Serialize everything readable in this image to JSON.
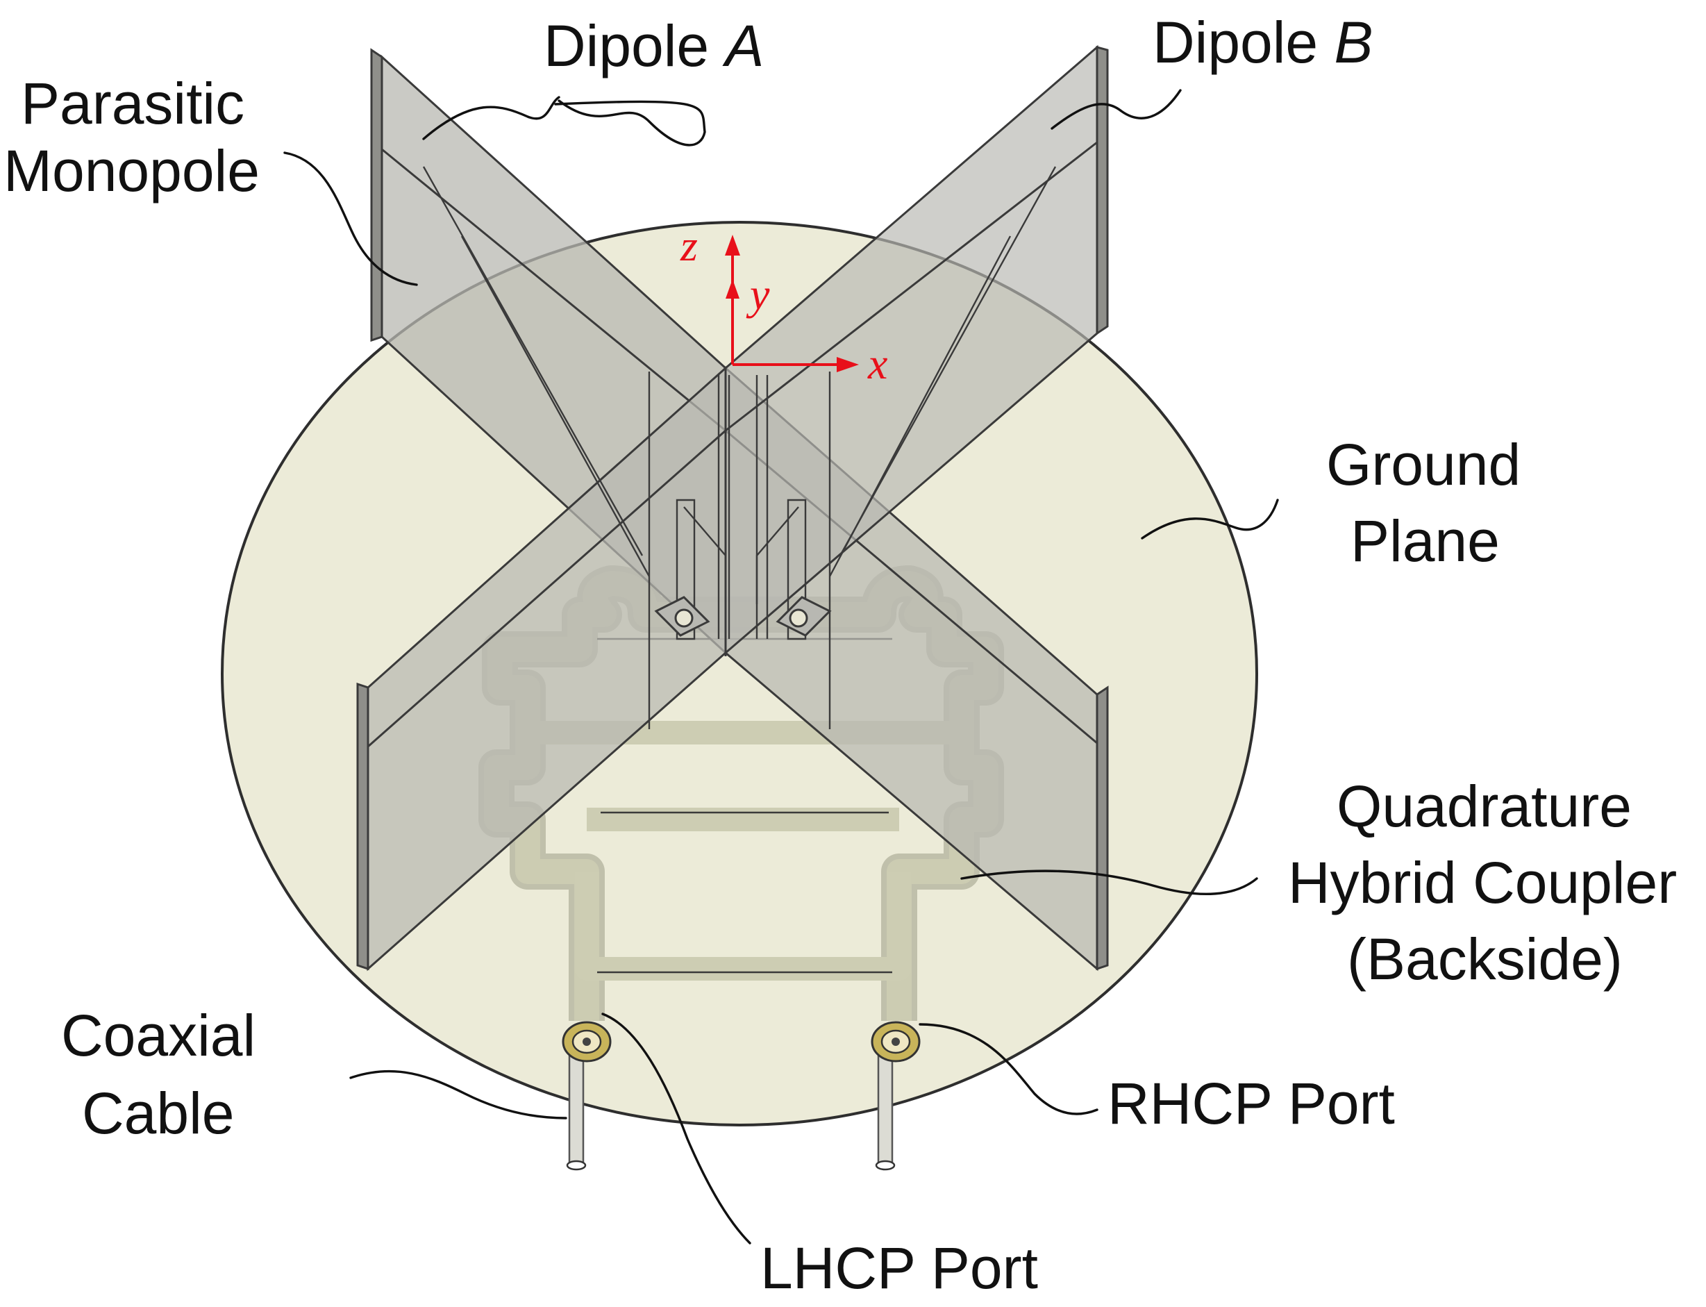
{
  "labels": {
    "parasitic_monopole_line1": "Parasitic",
    "parasitic_monopole_line2": "Monopole",
    "dipole_a_prefix": "Dipole ",
    "dipole_a_letter": "A",
    "dipole_b_prefix": "Dipole ",
    "dipole_b_letter": "B",
    "ground_plane_line1": "Ground",
    "ground_plane_line2": "Plane",
    "coupler_line1": "Quadrature",
    "coupler_line2": "Hybrid Coupler",
    "coupler_line3": "(Backside)",
    "coaxial_line1": "Coaxial",
    "coaxial_line2": "Cable",
    "rhcp_port": "RHCP Port",
    "lhcp_port": "LHCP Port"
  },
  "axes": {
    "z": "z",
    "y": "y",
    "x": "x"
  },
  "colors": {
    "ground_plane": "#ecebd8",
    "fin": "#b8b8b2",
    "coupler_trace": "#cdcdb3",
    "axis": "#e8101a",
    "text": "#111111",
    "port_ring": "#c8b45a"
  }
}
